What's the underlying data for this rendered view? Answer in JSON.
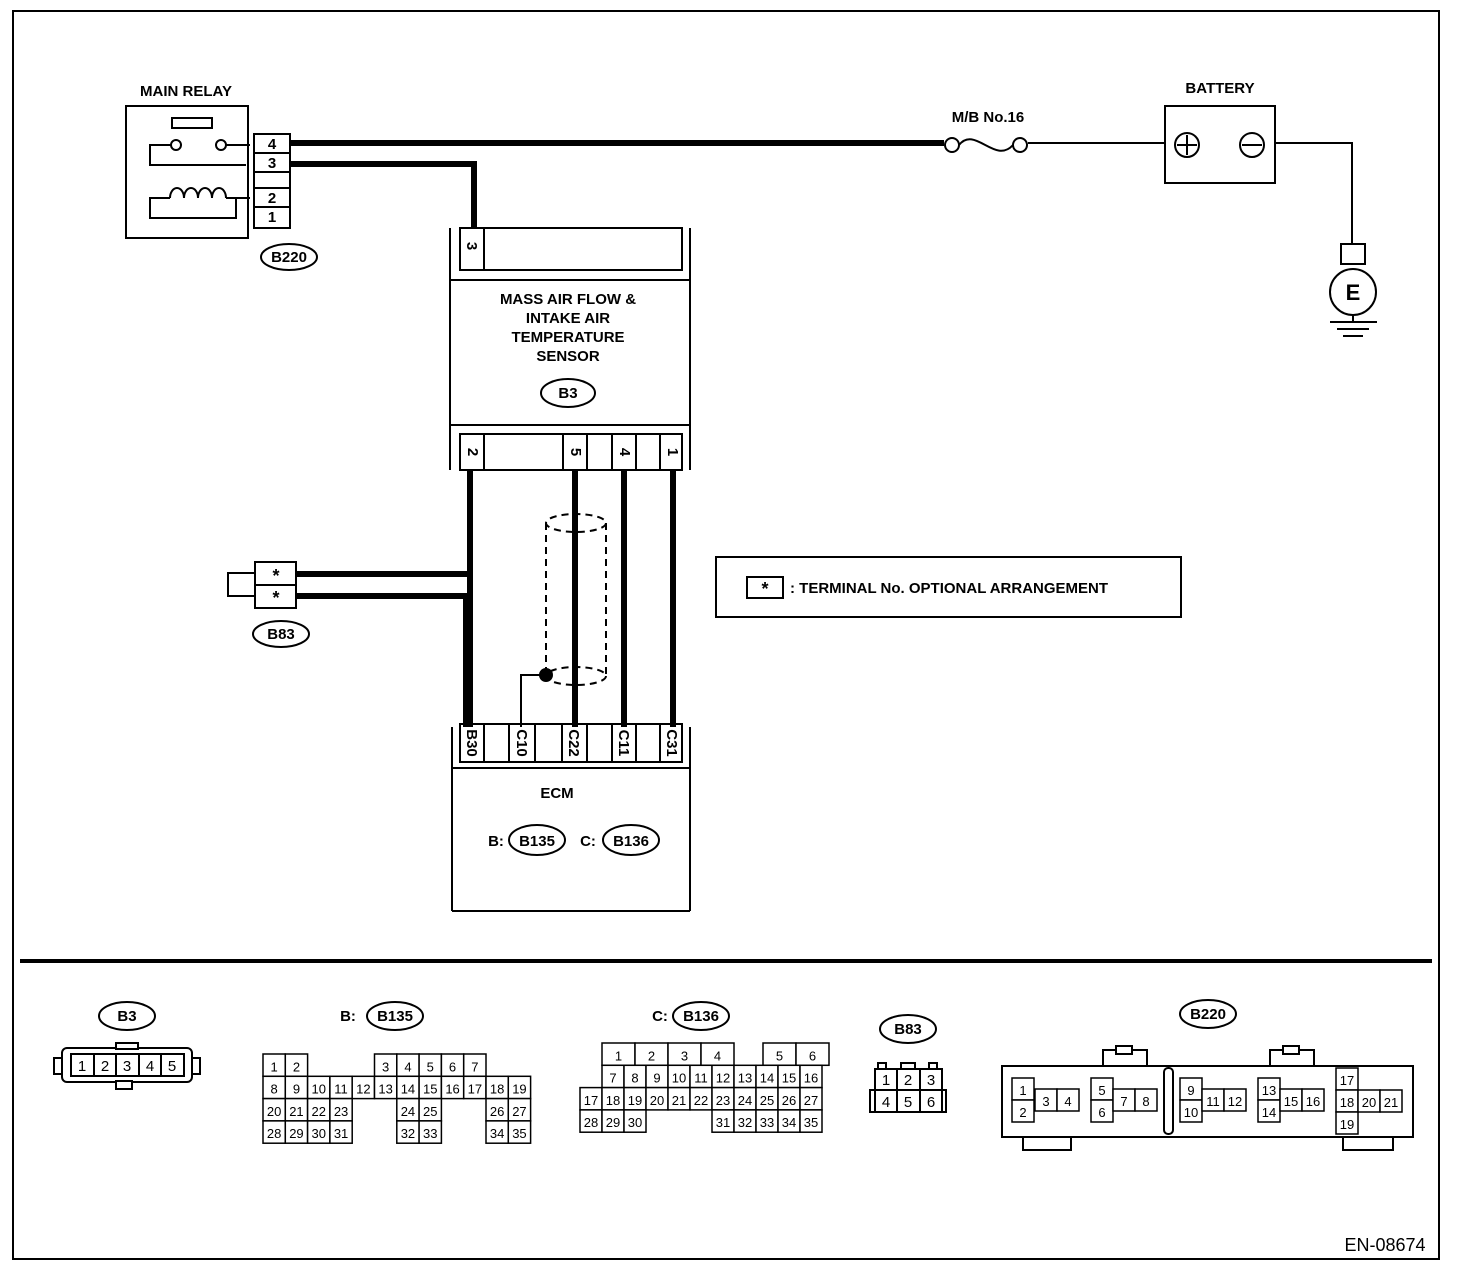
{
  "main_relay": {
    "title": "MAIN RELAY",
    "connector": "B220",
    "pins": [
      "4",
      "3",
      "2",
      "1"
    ]
  },
  "fuse": {
    "label": "M/B No.16"
  },
  "battery": {
    "title": "BATTERY",
    "ground": "E"
  },
  "sensor": {
    "title_lines": [
      "MASS AIR FLOW &",
      "INTAKE AIR",
      "TEMPERATURE",
      "SENSOR"
    ],
    "connector": "B3",
    "top_pin": "3",
    "bottom_pins": [
      "2",
      "5",
      "4",
      "1"
    ]
  },
  "b83": {
    "connector": "B83",
    "pins": [
      "*",
      "*"
    ]
  },
  "legend": {
    "symbol": "*",
    "text": ": TERMINAL No. OPTIONAL ARRANGEMENT"
  },
  "ecm": {
    "title": "ECM",
    "pins": [
      "B30",
      "C10",
      "C22",
      "C11",
      "C31"
    ],
    "b_prefix": "B:",
    "b_connector": "B135",
    "c_prefix": "C:",
    "c_connector": "B136"
  },
  "views": {
    "b3": {
      "label": "B3",
      "pins": [
        "1",
        "2",
        "3",
        "4",
        "5"
      ]
    },
    "b135": {
      "prefix": "B:",
      "label": "B135",
      "rows": [
        [
          "1",
          "2",
          "",
          "",
          "3",
          "4",
          "5",
          "6",
          "7"
        ],
        [
          "8",
          "9",
          "10",
          "11",
          "12",
          "13",
          "14",
          "15",
          "16",
          "17",
          "18",
          "19"
        ],
        [
          "20",
          "21",
          "22",
          "23",
          "24",
          "25",
          "26",
          "27"
        ],
        [
          "28",
          "29",
          "30",
          "31",
          "32",
          "33",
          "34",
          "35"
        ]
      ]
    },
    "b136": {
      "prefix": "C:",
      "label": "B136",
      "rows": [
        [
          "1",
          "2",
          "3",
          "4",
          "5",
          "6"
        ],
        [
          "7",
          "8",
          "9",
          "10",
          "11",
          "12",
          "13",
          "14",
          "15",
          "16"
        ],
        [
          "17",
          "18",
          "19",
          "20",
          "21",
          "22",
          "23",
          "24",
          "25",
          "26",
          "27"
        ],
        [
          "28",
          "29",
          "30",
          "31",
          "32",
          "33",
          "34",
          "35"
        ]
      ]
    },
    "b83": {
      "label": "B83",
      "pins": [
        "1",
        "2",
        "3",
        "4",
        "5",
        "6"
      ]
    },
    "b220": {
      "label": "B220",
      "pins": [
        "1",
        "2",
        "3",
        "4",
        "5",
        "6",
        "7",
        "8",
        "9",
        "10",
        "11",
        "12",
        "13",
        "14",
        "15",
        "16",
        "17",
        "18",
        "19",
        "20",
        "21"
      ]
    }
  },
  "figure_id": "EN-08674"
}
